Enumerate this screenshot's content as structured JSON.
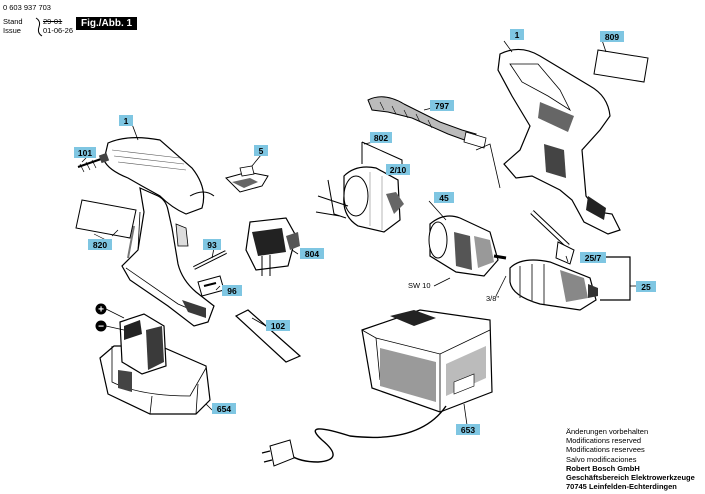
{
  "header": {
    "doc_number": "0 603 937 703",
    "stand_label": "Stand",
    "stand_value": "29-01",
    "issue_label": "Issue",
    "issue_value": "01-06-26",
    "figure_label": "Fig./Abb. 1"
  },
  "callouts": {
    "c1_tool": "1",
    "c1_housing": "1",
    "c5": "5",
    "c101": "101",
    "c820": "820",
    "c93": "93",
    "c804": "804",
    "c96": "96",
    "c102": "102",
    "c654": "654",
    "c653": "653",
    "c802": "802",
    "c2_10": "2/10",
    "c797": "797",
    "c809": "809",
    "c45": "45",
    "c25_7": "25/7",
    "c25": "25"
  },
  "labels": {
    "sw10": "SW 10",
    "thread": "3/8\"",
    "plus": "+",
    "minus": "−"
  },
  "notes": {
    "line1": "Änderungen vorbehalten",
    "line2": "Modifications reserved",
    "line3": "Modifications reservees",
    "line4": "Salvo modificaciones",
    "line5": "Robert Bosch GmbH",
    "line6": "Geschäftsbereich Elektrowerkzeuge",
    "line7": "70745 Leinfelden-Echterdingen"
  },
  "colors": {
    "callout_fill": "#7fc6e2",
    "line": "#000000",
    "part_fill": "#ffffff",
    "part_shade": "#8a8a8a",
    "part_dark": "#3a3a3a"
  }
}
